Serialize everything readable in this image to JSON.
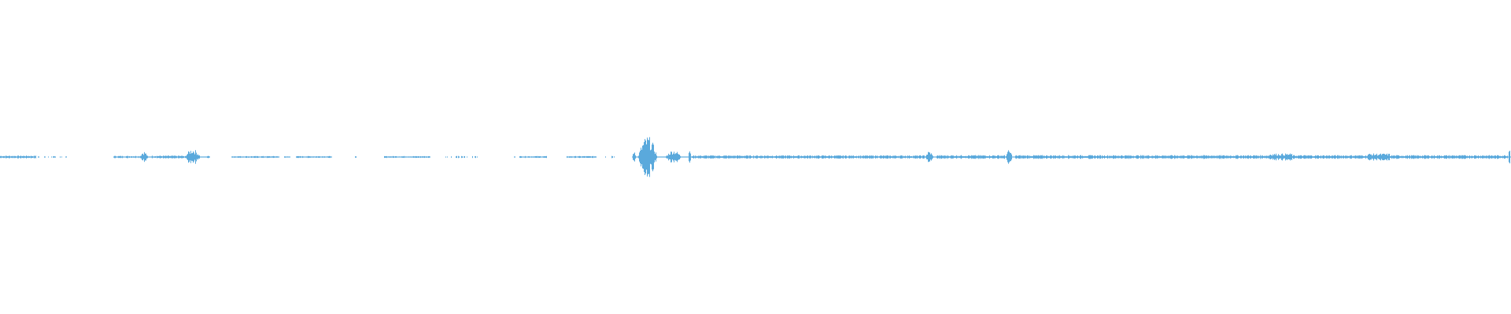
{
  "waveform": {
    "color": "#5aa9dc",
    "background": "#ffffff",
    "duration_fraction_shown": 1.0,
    "segments": [
      {
        "start": 0.0,
        "end": 0.024,
        "level": 0.06
      },
      {
        "start": 0.024,
        "end": 0.045,
        "level": 0.03,
        "sparse": true
      },
      {
        "start": 0.075,
        "end": 0.092,
        "level": 0.05
      },
      {
        "start": 0.092,
        "end": 0.1,
        "level": 0.25
      },
      {
        "start": 0.1,
        "end": 0.122,
        "level": 0.06
      },
      {
        "start": 0.122,
        "end": 0.137,
        "level": 0.35
      },
      {
        "start": 0.137,
        "end": 0.139,
        "level": 0.05
      },
      {
        "start": 0.153,
        "end": 0.185,
        "level": 0.04
      },
      {
        "start": 0.188,
        "end": 0.192,
        "level": 0.03
      },
      {
        "start": 0.196,
        "end": 0.22,
        "level": 0.04
      },
      {
        "start": 0.235,
        "end": 0.236,
        "level": 0.03
      },
      {
        "start": 0.254,
        "end": 0.285,
        "level": 0.04
      },
      {
        "start": 0.295,
        "end": 0.316,
        "level": 0.05,
        "sparse": true
      },
      {
        "start": 0.34,
        "end": 0.341,
        "level": 0.03
      },
      {
        "start": 0.344,
        "end": 0.362,
        "level": 0.04
      },
      {
        "start": 0.375,
        "end": 0.395,
        "level": 0.04
      },
      {
        "start": 0.395,
        "end": 0.407,
        "level": 0.05,
        "sparse": true
      },
      {
        "start": 0.418,
        "end": 0.422,
        "level": 0.3
      },
      {
        "start": 0.422,
        "end": 0.44,
        "level": 0.9
      },
      {
        "start": 0.44,
        "end": 0.455,
        "level": 0.3
      },
      {
        "start": 0.455,
        "end": 0.458,
        "level": 0.4
      },
      {
        "start": 0.458,
        "end": 0.612,
        "level": 0.07
      },
      {
        "start": 0.612,
        "end": 0.62,
        "level": 0.25
      },
      {
        "start": 0.62,
        "end": 0.665,
        "level": 0.08
      },
      {
        "start": 0.665,
        "end": 0.672,
        "level": 0.3
      },
      {
        "start": 0.672,
        "end": 0.84,
        "level": 0.08
      },
      {
        "start": 0.84,
        "end": 0.855,
        "level": 0.15
      },
      {
        "start": 0.855,
        "end": 0.905,
        "level": 0.08
      },
      {
        "start": 0.905,
        "end": 0.92,
        "level": 0.15
      },
      {
        "start": 0.92,
        "end": 0.998,
        "level": 0.08
      },
      {
        "start": 0.998,
        "end": 1.0,
        "level": 0.7
      }
    ]
  }
}
